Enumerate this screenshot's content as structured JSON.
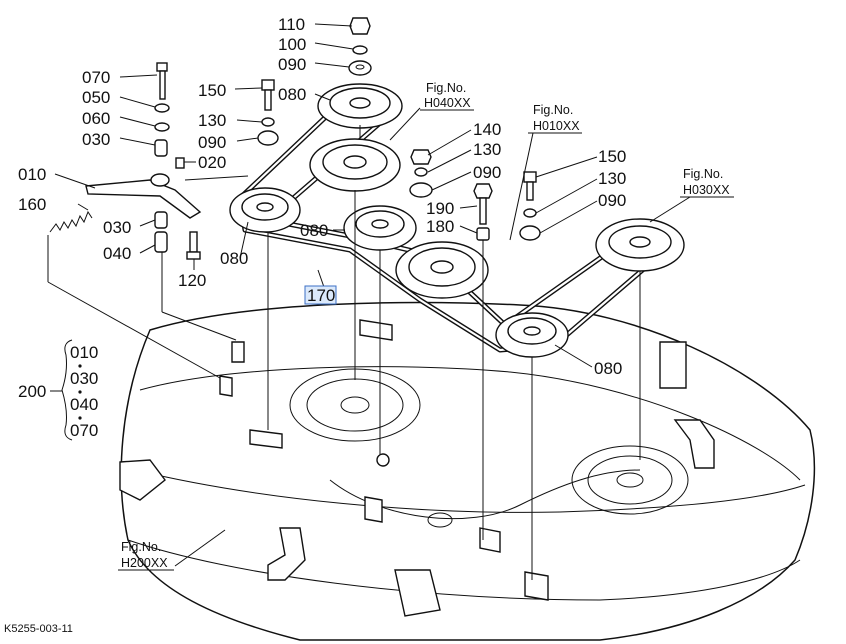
{
  "labels": {
    "p110": "110",
    "p100": "100",
    "p090_top": "090",
    "p070": "070",
    "p050": "050",
    "p060": "060",
    "p030_top": "030",
    "p150_left": "150",
    "p080_top": "080",
    "p130_left": "130",
    "p090_left": "090",
    "p010": "010",
    "p020": "020",
    "p160": "160",
    "p030_mid": "030",
    "p040_mid": "040",
    "p120": "120",
    "p080_left": "080",
    "p080_center": "080",
    "p170": "170",
    "p140": "140",
    "p130_mid": "130",
    "p090_mid": "090",
    "p190": "190",
    "p180": "180",
    "p150_right": "150",
    "p130_right": "130",
    "p090_right": "090",
    "p080_right": "080",
    "p200": "200",
    "kit_010": "010",
    "kit_030": "030",
    "kit_040": "040",
    "kit_070": "070"
  },
  "figure_refs": {
    "h040_caption": "Fig.No.",
    "h040_code": "H040XX",
    "h010_caption": "Fig.No.",
    "h010_code": "H010XX",
    "h030_caption": "Fig.No.",
    "h030_code": "H030XX",
    "h200_caption": "Fig.No.",
    "h200_code": "H200XX"
  },
  "drawing_code": "K5255-003-11",
  "highlight_color": "#dbe9fb"
}
